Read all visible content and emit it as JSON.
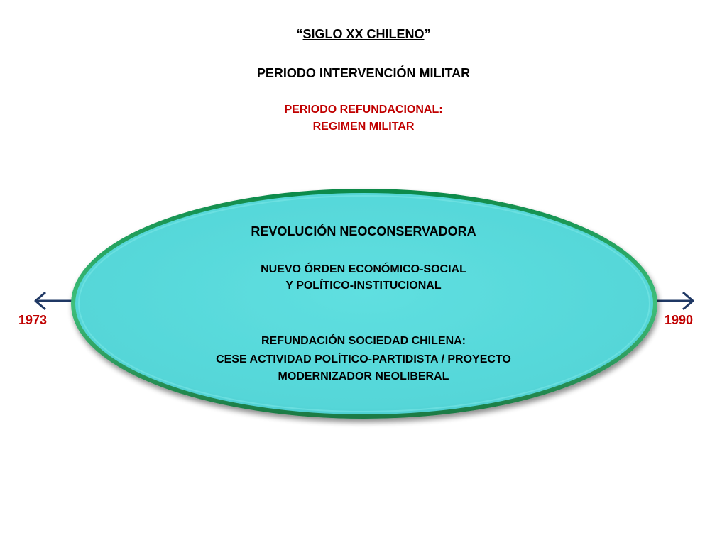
{
  "header": {
    "quote_open": "“",
    "title_underlined": "SIGLO XX CHILENO",
    "quote_close": "”",
    "period": "PERIODO INTERVENCIÓN MILITAR",
    "subperiod_line1": "PERIODO REFUNDACIONAL:",
    "subperiod_line2": "REGIMEN MILITAR"
  },
  "timeline": {
    "start_year": "1973",
    "end_year": "1990",
    "arrow_color": "#1f3864",
    "year_color": "#c00000"
  },
  "ellipse": {
    "fill_color": "#55d6d8",
    "border_color": "#2e9b55",
    "title": "REVOLUCIÓN NEOCONSERVADORA",
    "line1": "NUEVO ÓRDEN ECONÓMICO-SOCIAL",
    "line2": "Y POLÍTICO-INSTITUCIONAL",
    "line3": "REFUNDACIÓN SOCIEDAD CHILENA:",
    "line4": "CESE ACTIVIDAD POLÍTICO-PARTIDISTA / PROYECTO",
    "line5": "MODERNIZADOR NEOLIBERAL"
  },
  "colors": {
    "accent_red": "#c00000",
    "text": "#000000"
  }
}
